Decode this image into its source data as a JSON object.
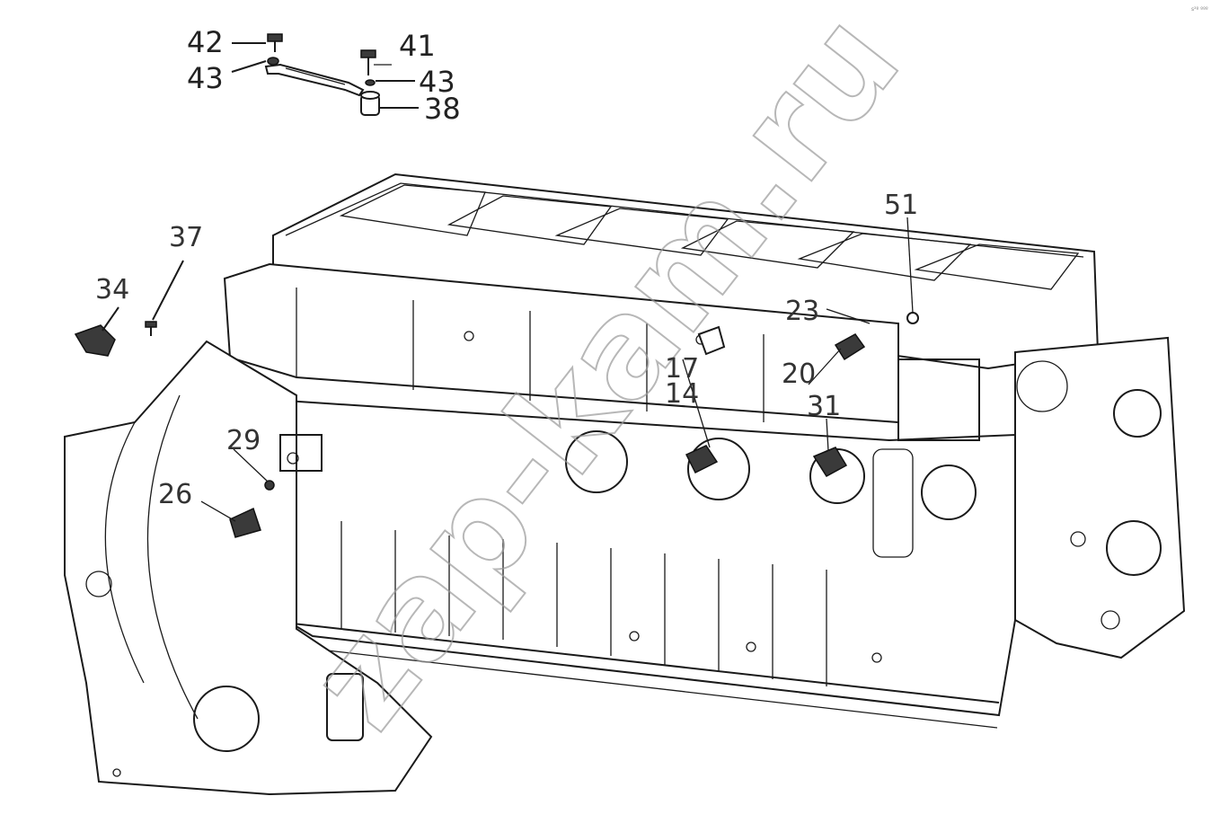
{
  "corner_mark": "s²º ººº",
  "watermark": "zap-kam.ru",
  "callouts": [
    "42",
    "43",
    "41",
    "43",
    "38",
    "37",
    "34",
    "51",
    "23",
    "17",
    "14",
    "20",
    "31",
    "29",
    "26"
  ]
}
